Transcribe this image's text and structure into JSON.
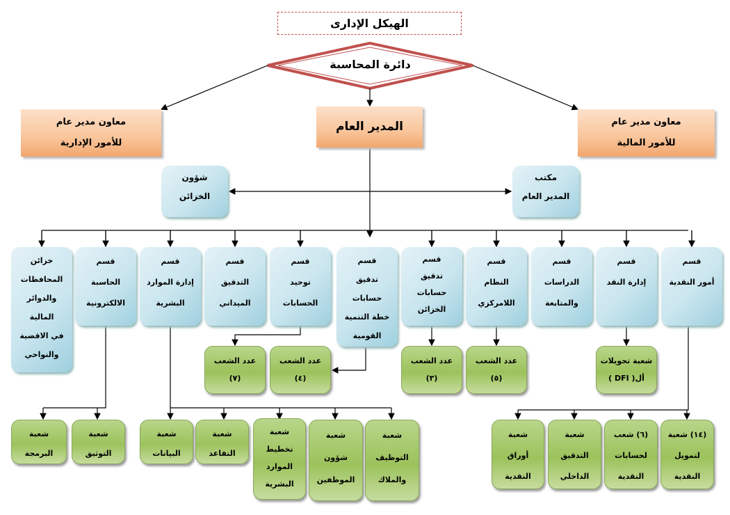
{
  "title": "الهيكل الإدارى",
  "department": "دائرة المحاسبة",
  "general_manager": "المدير العام",
  "deputy_admin": "معاون مدير عام\nللأمور الإدارية",
  "deputy_finance": "معاون مدير عام\nللأمور المالية",
  "treasury_affairs": "شؤون\nالخزائن",
  "gm_office": "مكتب\nالمدير العام",
  "sections": [
    "خزائن\nالمحافظات\nوالدوائر\nالمالية\nفي الاقضية\nوالنواحي",
    "قسم\nالحاسبة\nالالكترونية",
    "قسم\nإدارة الموارد\nالبشرية",
    "قسم\nالتدقيق\nالميداني",
    "قسم\nتوحيد\nالحسابات",
    "قسم\nتدقيق\nحسابات\nخطة التنمية\nالقومية",
    "قسم\nتدقيق\nحسابات\nالخزائن",
    "قسم\nالنظام\nاللامركزي",
    "قسم\nالدراسات\nوالمتابعة",
    "قسم\nإدارة النقد",
    "قسم\nأمور النقدية"
  ],
  "branch_counts": [
    "عدد الشعب\n(٧)",
    "عدد الشعب\n(٤)",
    "عدد الشعب\n(٣)",
    "عدد الشعب\n(٥)",
    "شعبة تحويلات\nأل( DFI )"
  ],
  "units": [
    "شعبة\nالبرمجة",
    "شعبة\nالتوثيق",
    "شعبة\nالبيانات",
    "شعبة\nالتقاعد",
    "شعبة\nتخطيط\nالموارد\nالبشرية",
    "شعبة\nشؤون\nالموظفين",
    "شعبة\nالتوظيف\nوالملاك",
    "شعبة\nأوراق\nالنقدية",
    "شعبة\nالتدقيق\nالداخلي",
    "(٦) شعب\nلحسابات\nالنقدية",
    "(١٤) شعبة\nلتمويل\nالنقدية"
  ]
}
